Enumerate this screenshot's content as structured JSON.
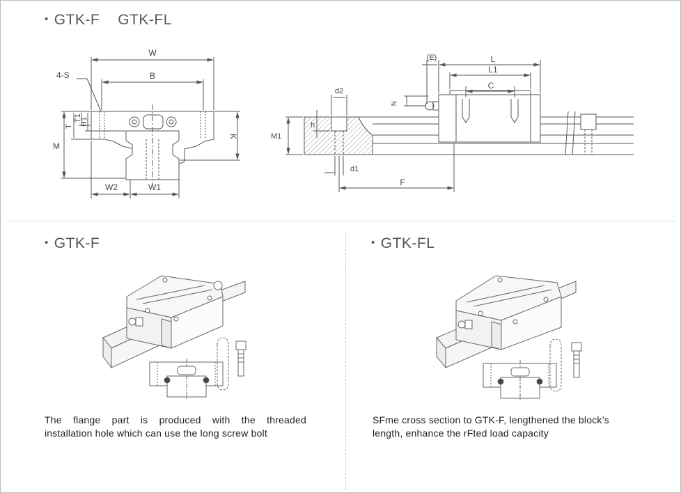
{
  "top_section": {
    "bullet": "•",
    "title_a": "GTK-F",
    "title_b": "GTK-FL"
  },
  "front_view_labels": {
    "w": "W",
    "b": "B",
    "s": "4-S",
    "t": "T",
    "t1": "T1",
    "h1": "H1",
    "m": "M",
    "k": "K",
    "w2": "W2",
    "w1": "W1"
  },
  "side_view_labels": {
    "e": "(E)",
    "l": "L",
    "l1": "L1",
    "c": "C",
    "n": "N",
    "d2": "d2",
    "h": "h",
    "m1": "M1",
    "d1": "d1",
    "f": "F"
  },
  "left_panel": {
    "bullet": "•",
    "title": "GTK-F",
    "caption_line1": "The flange part is produced with the threaded",
    "caption_line2": "installation hole which can use the long screw bolt"
  },
  "right_panel": {
    "bullet": "•",
    "title": "GTK-FL",
    "caption_line1": "SFme cross section to GTK-F, lengthened the block’s",
    "caption_line2": "length, enhance the rFted load capacity"
  },
  "colors": {
    "line": "#555555",
    "hatch": "#9a9a9a",
    "border": "#bdbdbd"
  }
}
